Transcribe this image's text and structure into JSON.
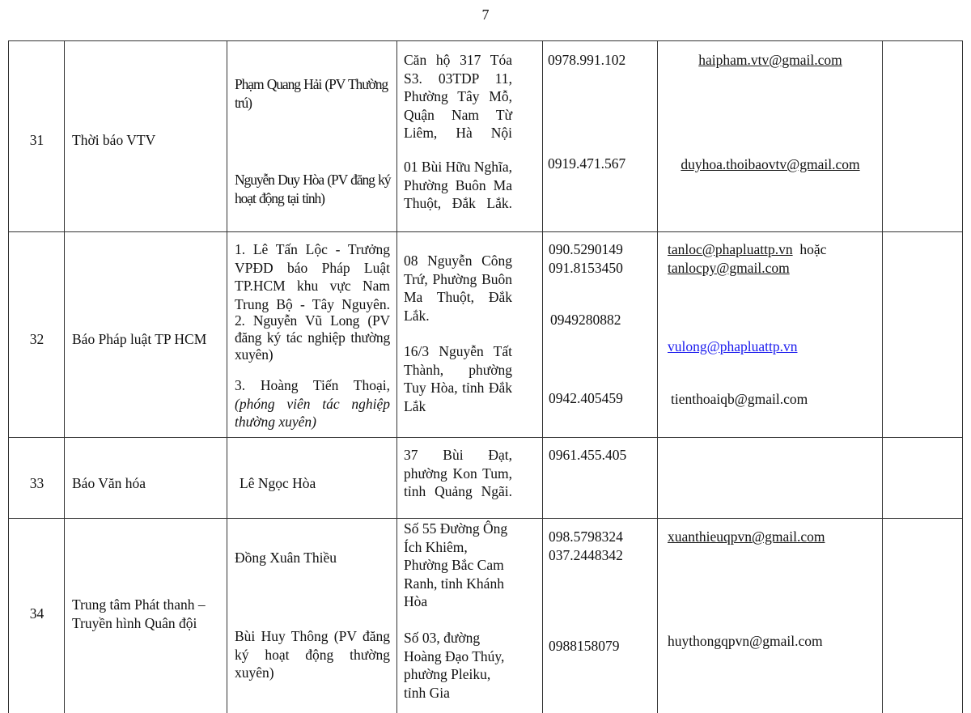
{
  "page_number": "7",
  "rows": [
    {
      "stt": "31",
      "org": "Thời báo VTV",
      "people": [
        {
          "name": "Phạm Quang Hải (PV Thường trú)",
          "address": "Căn hộ 317 Tóa S3. 03TDP 11, Phường Tây Mỗ, Quận Nam Từ Liêm, Hà Nội",
          "phone": "0978.991.102",
          "email": "haipham.vtv@gmail.com"
        },
        {
          "name": "Nguyễn Duy Hòa (PV đăng ký hoạt động tại tỉnh)",
          "address": "01 Bùi Hữu Nghĩa, Phường Buôn Ma Thuột, Đắk Lắk.",
          "phone": "0919.471.567",
          "email": "duyhoa.thoibaovtv@gmail.com"
        }
      ]
    },
    {
      "stt": "32",
      "org": "Báo Pháp luật TP HCM",
      "people": [
        {
          "name": "1. Lê Tấn Lộc - Trưởng VPĐD báo Pháp Luật TP.HCM khu vực Nam Trung Bộ - Tây Nguyên.",
          "address": "08 Nguyễn Công Trứ, Phường Buôn Ma Thuột, Đắk Lắk.",
          "phone": "090.5290149",
          "phone2": "091.8153450",
          "email": "tanloc@phapluattp.vn",
          "email_sep": "hoặc",
          "email2": "tanlocpy@gmail.com"
        },
        {
          "name": "2. Nguyễn Vũ Long (PV đăng ký tác nghiệp thường xuyên)",
          "address": "16/3 Nguyễn Tất Thành, phường Tuy Hòa, tỉnh Đắk Lắk",
          "phone": "0949280882",
          "email": "vulong@phapluattp.vn"
        },
        {
          "name": "3. Hoàng Tiến Thoại,",
          "name_note": "(phóng viên tác nghiệp thường xuyên)",
          "phone": "0942.405459",
          "email": "tienthoaiqb@gmail.com"
        }
      ]
    },
    {
      "stt": "33",
      "org": "Báo Văn hóa",
      "people": [
        {
          "name": "Lê Ngọc Hòa",
          "address": "37 Bùi Đạt, phường Kon Tum, tỉnh Quảng Ngãi.",
          "phone": "0961.455.405"
        }
      ]
    },
    {
      "stt": "34",
      "org": "Trung tâm Phát thanh – Truyền hình Quân đội",
      "people": [
        {
          "name": "Đồng Xuân Thiều",
          "address": "Số 55 Đường Ông Ích Khiêm, Phường Bắc Cam Ranh, tỉnh Khánh Hòa",
          "phone": "098.5798324",
          "phone2": "037.2448342",
          "email": "xuanthieuqpvn@gmail.com"
        },
        {
          "name": "Bùi Huy Thông (PV đăng ký hoạt động thường xuyên)",
          "address": "Số 03, đường Hoàng Đạo Thúy, phường Pleiku, tỉnh Gia",
          "phone": "0988158079",
          "email": "huythongqpvn@gmail.com"
        }
      ]
    }
  ]
}
